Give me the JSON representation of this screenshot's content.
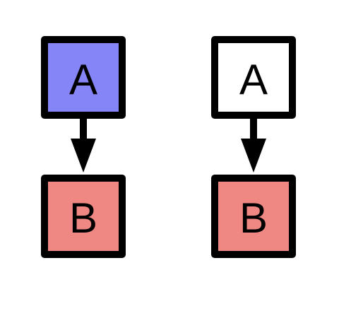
{
  "colors": {
    "background": "#ffffff",
    "stroke": "#000000",
    "node_blue": "#8585f8",
    "node_white": "#ffffff",
    "node_red": "#ef8783"
  },
  "diagrams": [
    {
      "top": {
        "label": "A",
        "fill": "#8585f8"
      },
      "bottom": {
        "label": "B",
        "fill": "#ef8783"
      }
    },
    {
      "top": {
        "label": "A",
        "fill": "#ffffff"
      },
      "bottom": {
        "label": "B",
        "fill": "#ef8783"
      }
    }
  ]
}
